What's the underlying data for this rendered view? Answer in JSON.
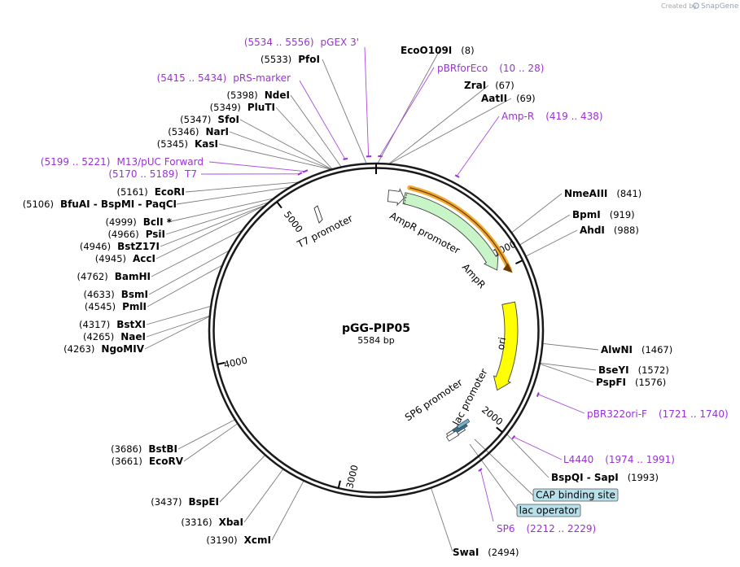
{
  "credit": {
    "prefix": "Created by",
    "brand": "SnapGene"
  },
  "plasmid": {
    "name": "pGG-PIP05",
    "length_label": "5584 bp",
    "length": 5584
  },
  "ticks": [
    {
      "label": "1000",
      "pos": 1000
    },
    {
      "label": "2000",
      "pos": 2000
    },
    {
      "label": "3000",
      "pos": 3000
    },
    {
      "label": "4000",
      "pos": 4000
    },
    {
      "label": "5000",
      "pos": 5000
    }
  ],
  "sites": [
    {
      "name": "EcoO109I",
      "pos_label": "(8)",
      "pos": 8,
      "side": "right"
    },
    {
      "name": "PfoI",
      "pos_label": "(5533)",
      "pos": 5533,
      "side": "left"
    },
    {
      "name": "ZraI",
      "pos_label": "(67)",
      "pos": 67,
      "side": "right"
    },
    {
      "name": "AatII",
      "pos_label": "(69)",
      "pos": 69,
      "side": "right"
    },
    {
      "name": "NdeI",
      "pos_label": "(5398)",
      "pos": 5398,
      "side": "left"
    },
    {
      "name": "PluTI",
      "pos_label": "(5349)",
      "pos": 5349,
      "side": "left"
    },
    {
      "name": "SfoI",
      "pos_label": "(5347)",
      "pos": 5347,
      "side": "left"
    },
    {
      "name": "NarI",
      "pos_label": "(5346)",
      "pos": 5346,
      "side": "left"
    },
    {
      "name": "KasI",
      "pos_label": "(5345)",
      "pos": 5345,
      "side": "left"
    },
    {
      "name": "EcoRI",
      "pos_label": "(5161)",
      "pos": 5161,
      "side": "left"
    },
    {
      "name": "BfuAI - BspMI - PaqCI",
      "pos_label": "(5106)",
      "pos": 5106,
      "side": "left"
    },
    {
      "name": "BclI *",
      "pos_label": "(4999)",
      "pos": 4999,
      "side": "left"
    },
    {
      "name": "PsiI",
      "pos_label": "(4966)",
      "pos": 4966,
      "side": "left"
    },
    {
      "name": "BstZ17I",
      "pos_label": "(4946)",
      "pos": 4946,
      "side": "left"
    },
    {
      "name": "AccI",
      "pos_label": "(4945)",
      "pos": 4945,
      "side": "left"
    },
    {
      "name": "BamHI",
      "pos_label": "(4762)",
      "pos": 4762,
      "side": "left"
    },
    {
      "name": "BsmI",
      "pos_label": "(4633)",
      "pos": 4633,
      "side": "left"
    },
    {
      "name": "PmlI",
      "pos_label": "(4545)",
      "pos": 4545,
      "side": "left"
    },
    {
      "name": "BstXI",
      "pos_label": "(4317)",
      "pos": 4317,
      "side": "left"
    },
    {
      "name": "NaeI",
      "pos_label": "(4265)",
      "pos": 4265,
      "side": "left"
    },
    {
      "name": "NgoMIV",
      "pos_label": "(4263)",
      "pos": 4263,
      "side": "left"
    },
    {
      "name": "BstBI",
      "pos_label": "(3686)",
      "pos": 3686,
      "side": "left"
    },
    {
      "name": "EcoRV",
      "pos_label": "(3661)",
      "pos": 3661,
      "side": "left"
    },
    {
      "name": "BspEI",
      "pos_label": "(3437)",
      "pos": 3437,
      "side": "left"
    },
    {
      "name": "XbaI",
      "pos_label": "(3316)",
      "pos": 3316,
      "side": "left"
    },
    {
      "name": "XcmI",
      "pos_label": "(3190)",
      "pos": 3190,
      "side": "left"
    },
    {
      "name": "NmeAIII",
      "pos_label": "(841)",
      "pos": 841,
      "side": "right"
    },
    {
      "name": "BpmI",
      "pos_label": "(919)",
      "pos": 919,
      "side": "right"
    },
    {
      "name": "AhdI",
      "pos_label": "(988)",
      "pos": 988,
      "side": "right"
    },
    {
      "name": "AlwNI",
      "pos_label": "(1467)",
      "pos": 1467,
      "side": "right"
    },
    {
      "name": "BseYI",
      "pos_label": "(1572)",
      "pos": 1572,
      "side": "right"
    },
    {
      "name": "PspFI",
      "pos_label": "(1576)",
      "pos": 1576,
      "side": "right"
    },
    {
      "name": "BspQI - SapI",
      "pos_label": "(1993)",
      "pos": 1993,
      "side": "right"
    },
    {
      "name": "SwaI",
      "pos_label": "(2494)",
      "pos": 2494,
      "side": "right"
    }
  ],
  "primers": [
    {
      "name": "pGEX 3'",
      "range": "(5534 .. 5556)",
      "start": 5534,
      "end": 5556,
      "side": "left"
    },
    {
      "name": "pRS-marker",
      "range": "(5415 .. 5434)",
      "start": 5415,
      "end": 5434,
      "side": "left"
    },
    {
      "name": "M13/pUC Forward",
      "range": "(5199 .. 5221)",
      "start": 5199,
      "end": 5221,
      "side": "left"
    },
    {
      "name": "T7",
      "range": "(5170 .. 5189)",
      "start": 5170,
      "end": 5189,
      "side": "left"
    },
    {
      "name": "pBRforEco",
      "range": "(10 .. 28)",
      "start": 10,
      "end": 28,
      "side": "right"
    },
    {
      "name": "Amp-R",
      "range": "(419 .. 438)",
      "start": 419,
      "end": 438,
      "side": "right"
    },
    {
      "name": "pBR322ori-F",
      "range": "(1721 .. 1740)",
      "start": 1721,
      "end": 1740,
      "side": "right"
    },
    {
      "name": "L4440",
      "range": "(1974 .. 1991)",
      "start": 1974,
      "end": 1991,
      "side": "right"
    },
    {
      "name": "SP6",
      "range": "(2212 .. 2229)",
      "start": 2212,
      "end": 2229,
      "side": "right"
    }
  ],
  "features": [
    {
      "name": "AmpR promoter",
      "start": 80,
      "end": 185,
      "color": "#ffffff"
    },
    {
      "name": "AmpR",
      "start": 186,
      "end": 1046,
      "color": "#c8f5c8"
    },
    {
      "name": "ori",
      "start": 1217,
      "end": 1805,
      "color": "#ffff00"
    },
    {
      "name": "lac promoter",
      "start": 2022,
      "end": 2052,
      "color": "#ffffff"
    },
    {
      "name": "SP6 promoter",
      "start": 2210,
      "end": 2228,
      "color": "#ffffff"
    },
    {
      "name": "T7 promoter",
      "start": 5175,
      "end": 5193,
      "color": "#ffffff"
    }
  ],
  "orf": {
    "start": 186,
    "end": 1046,
    "color": "#f0a830"
  },
  "boxed_features": [
    {
      "name": "CAP binding site",
      "color": "#b8e0ea"
    },
    {
      "name": "lac operator",
      "color": "#b8e0ea"
    }
  ]
}
